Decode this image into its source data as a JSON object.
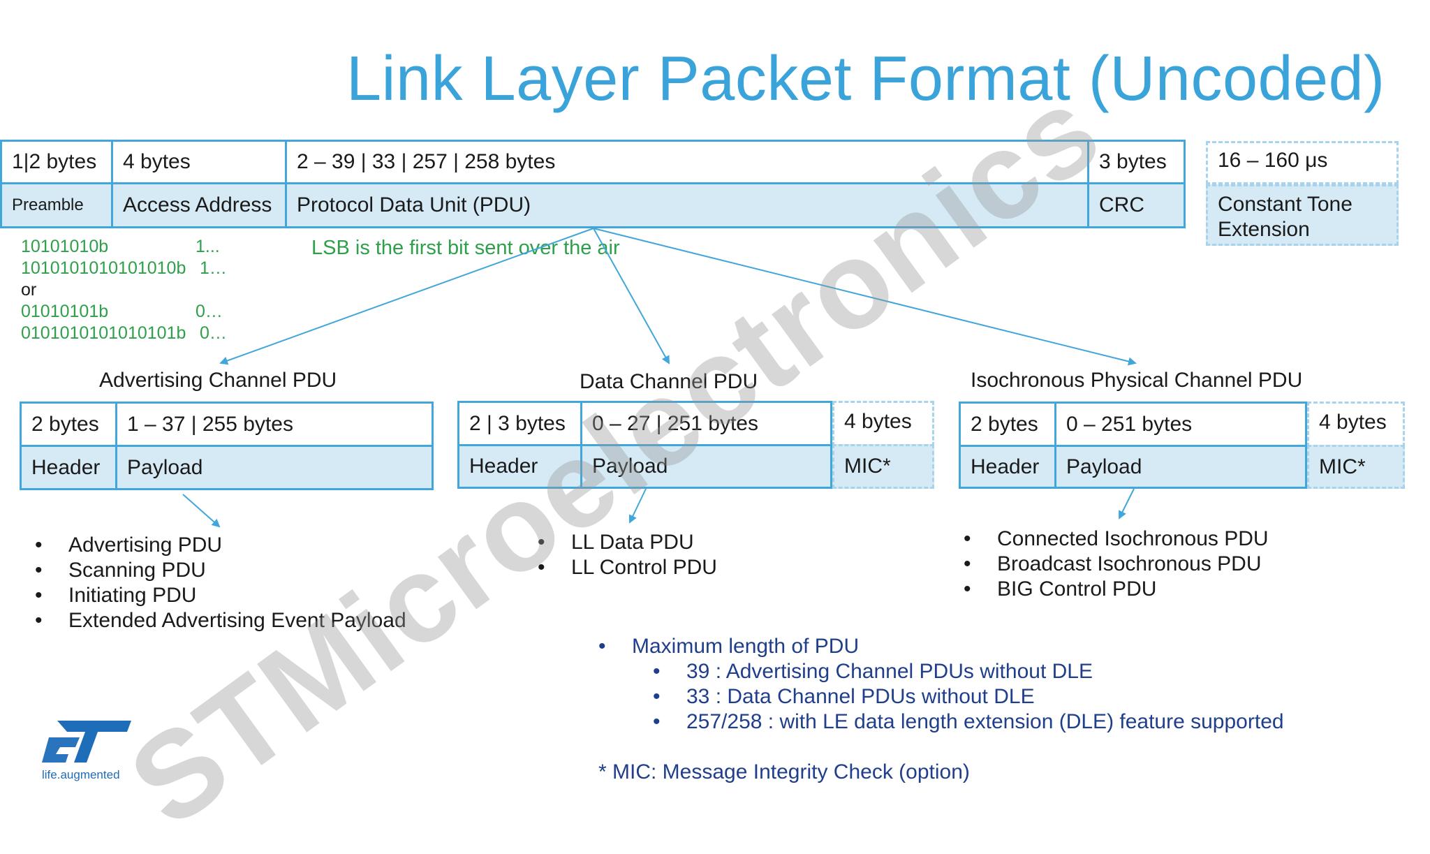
{
  "title": "Link Layer Packet Format (Uncoded)",
  "packet": {
    "fields": [
      {
        "size": "1|2 bytes",
        "name": "Preamble"
      },
      {
        "size": "4 bytes",
        "name": "Access Address"
      },
      {
        "size": "2 – 39 | 33 | 257 | 258 bytes",
        "name": "Protocol Data Unit (PDU)"
      },
      {
        "size": "3 bytes",
        "name": "CRC"
      }
    ],
    "cte": {
      "size": "16 – 160 μs",
      "name": "Constant Tone Extension"
    }
  },
  "preamble_values": {
    "row1": {
      "bin": "10101010b",
      "seq": "1..."
    },
    "row2": {
      "bin": "1010101010101010b",
      "seq": "1…"
    },
    "or": "or",
    "row3": {
      "bin": "01010101b",
      "seq": "0…"
    },
    "row4": {
      "bin": "0101010101010101b",
      "seq": "0…"
    }
  },
  "lsb_note": "LSB is the first bit sent over the air",
  "advertising": {
    "title": "Advertising Channel PDU",
    "header_size": "2 bytes",
    "payload_size": "1 – 37 | 255 bytes",
    "header": "Header",
    "payload": "Payload",
    "items": [
      "Advertising PDU",
      "Scanning PDU",
      "Initiating PDU",
      "Extended Advertising Event Payload"
    ]
  },
  "data": {
    "title": "Data Channel PDU",
    "header_size": "2 | 3 bytes",
    "payload_size": "0 – 27 | 251 bytes",
    "mic_size": "4 bytes",
    "header": "Header",
    "payload": "Payload",
    "mic": "MIC*",
    "items": [
      "LL Data PDU",
      "LL Control PDU"
    ]
  },
  "iso": {
    "title": "Isochronous Physical Channel PDU",
    "header_size": "2 bytes",
    "payload_size": "0 – 251 bytes",
    "mic_size": "4 bytes",
    "header": "Header",
    "payload": "Payload",
    "mic": "MIC*",
    "items": [
      "Connected Isochronous PDU",
      "Broadcast Isochronous PDU",
      "BIG Control PDU"
    ]
  },
  "max_length": {
    "heading": "Maximum length of PDU",
    "items": [
      "39 : Advertising Channel PDUs without DLE",
      "33 : Data Channel PDUs without DLE",
      "257/258 : with LE data length extension (DLE) feature supported"
    ]
  },
  "footnote": "* MIC: Message Integrity Check (option)",
  "bullet": "•",
  "watermark": "STMicroelectronics",
  "logo": {
    "tagline": "life.augmented"
  },
  "colors": {
    "title": "#3aa3d9",
    "border": "#41a6d9",
    "fill": "#d6eaf6",
    "green": "#2ea04a",
    "navy": "#1f3f8c"
  }
}
